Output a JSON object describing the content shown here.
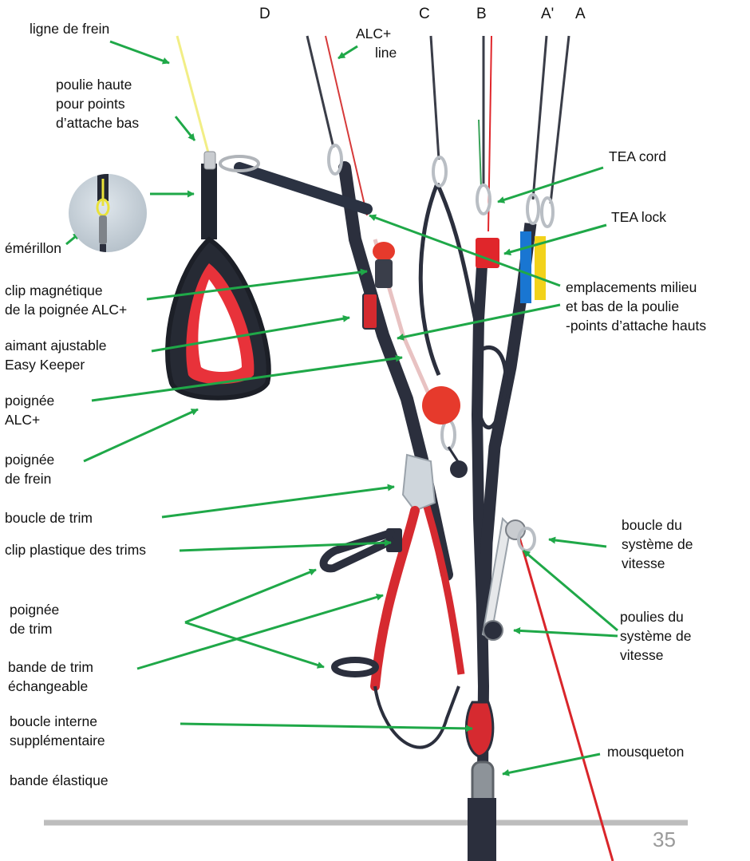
{
  "riser_labels": {
    "d": "D",
    "c": "C",
    "b": "B",
    "a_prime": "A'",
    "a": "A"
  },
  "labels": {
    "ligne_frein": "ligne de frein",
    "alc_line": [
      "ALC+",
      "line"
    ],
    "poulie_haute": [
      "poulie haute",
      "pour points",
      "d’attache bas"
    ],
    "emerillon": "émérillon",
    "clip_magnetique": [
      "clip magnétique",
      "de la poignée ALC+"
    ],
    "aimant": [
      "aimant ajustable",
      "Easy Keeper"
    ],
    "poignee_alc": [
      "poignée",
      "ALC+"
    ],
    "poignee_frein": [
      "poignée",
      "de frein"
    ],
    "boucle_trim": "boucle de trim",
    "clip_plastique": "clip plastique des trims",
    "poignee_trim": [
      "poignée",
      "de trim"
    ],
    "bande_trim": [
      "bande de trim",
      "échangeable"
    ],
    "boucle_interne": [
      "boucle interne",
      "supplémentaire"
    ],
    "bande_elastique": "bande élastique",
    "tea_cord": "TEA cord",
    "tea_lock": "TEA lock",
    "emplacements": [
      "emplacements milieu",
      "et bas de la poulie",
      "-points d’attache hauts"
    ],
    "boucle_vitesse": [
      "boucle du",
      "système de",
      "vitesse"
    ],
    "poulies_vitesse": [
      "poulies du",
      "système de",
      "vitesse"
    ],
    "mousqueton": "mousqueton"
  },
  "page_number": "35",
  "colors": {
    "arrow": "#1fa848",
    "riser_dark": "#2b2f3d",
    "red": "#e0262b",
    "brake_yellow": "#f2ee86",
    "handle_red": "#e8323a",
    "ball_red": "#e63a2c",
    "tea_blue": "#1976d2",
    "tea_yellow": "#f2d21b",
    "steel": "#b9bec4",
    "rule": "#bdbdbd"
  }
}
